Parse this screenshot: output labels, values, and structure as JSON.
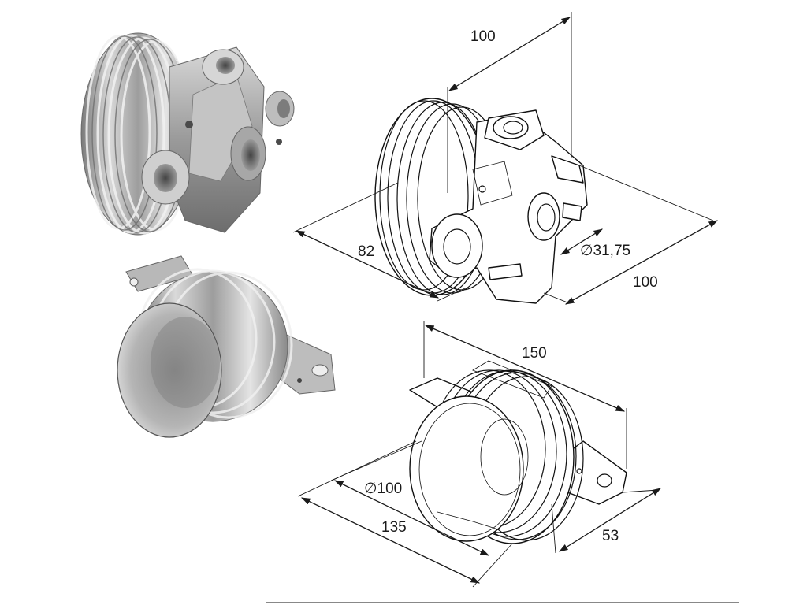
{
  "drum_top": {
    "dimensions": {
      "length_top": "100",
      "diameter_overall": "82",
      "bore_diameter": "∅31,75",
      "length_right": "100"
    }
  },
  "drum_bottom": {
    "dimensions": {
      "length_overall": "150",
      "inner_diameter": "∅100",
      "outer_width": "135",
      "flange_depth": "53"
    }
  },
  "colors": {
    "metal_light": "#e6e6e6",
    "metal_mid": "#a9a9a9",
    "metal_dark": "#5e5e5e",
    "line": "#111111"
  }
}
